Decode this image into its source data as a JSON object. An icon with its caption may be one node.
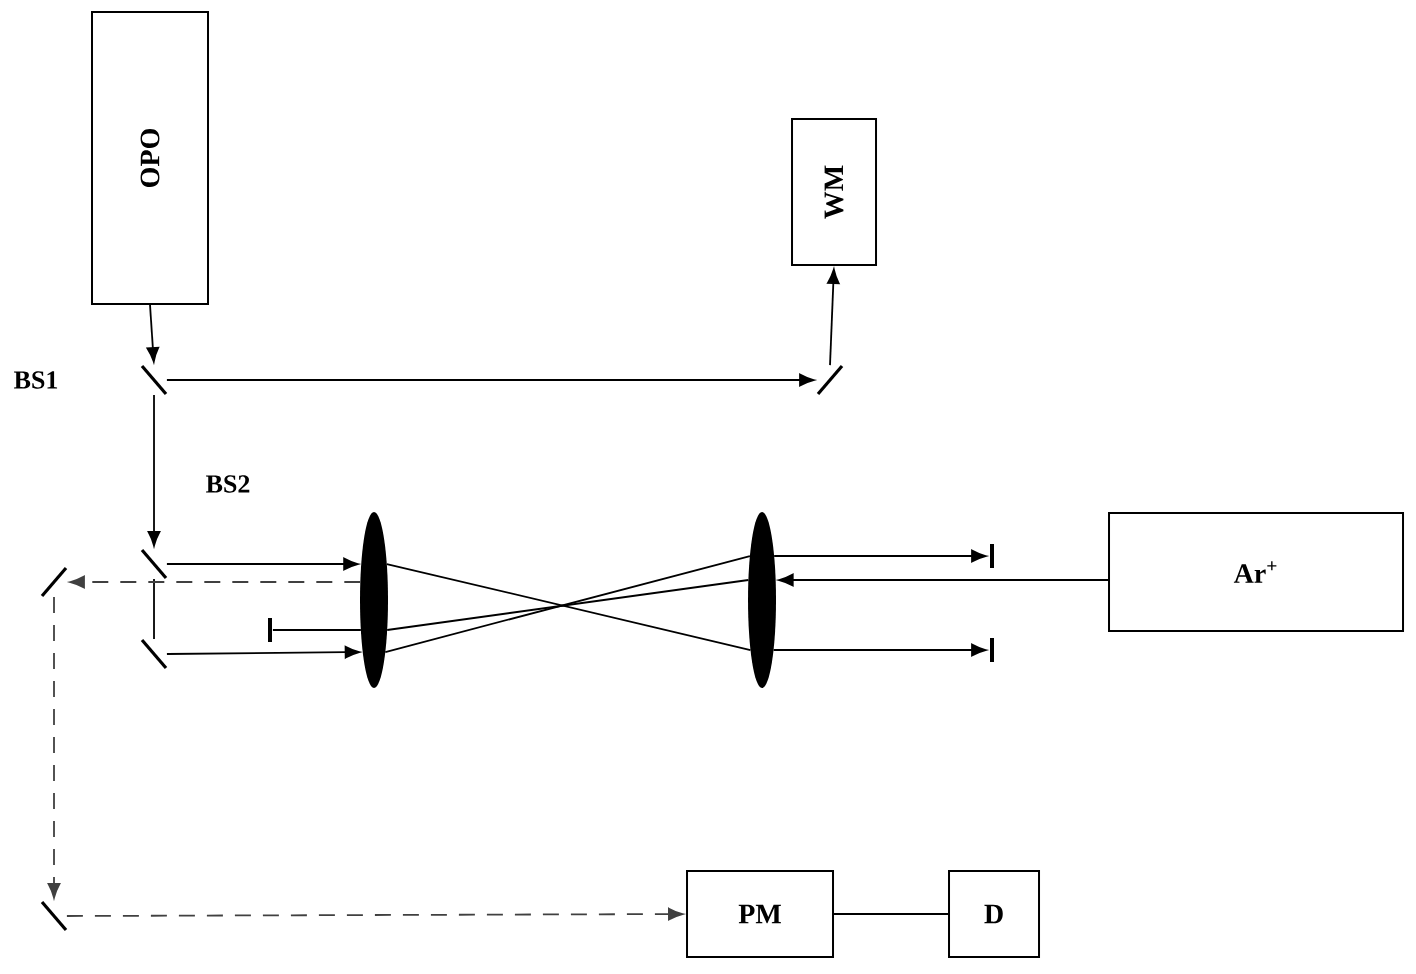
{
  "diagram": {
    "nodes": [
      {
        "text": [
          "OPO"
        ]
      },
      {
        "text": [
          "WM"
        ]
      },
      {
        "text": [],
        "shape": "mirror",
        "beside": [
          "BS1"
        ]
      },
      {
        "text": [],
        "shape": "mirror"
      },
      {
        "text": [],
        "shape": "mirror",
        "beside": [
          "BS2"
        ]
      },
      {
        "text": [],
        "shape": "mirror"
      },
      {
        "text": [],
        "shape": "ellipse"
      },
      {
        "text": [],
        "shape": "ellipse"
      },
      {
        "text": [],
        "shape": "bar"
      },
      {
        "text": [
          "Ar$^{+}$"
        ]
      },
      {
        "text": [],
        "shape": "bar"
      },
      {
        "text": [],
        "shape": "mirror"
      },
      {
        "text": [],
        "shape": "bar"
      },
      {
        "text": [],
        "shape": "mirror"
      },
      {
        "text": [
          "PM"
        ]
      },
      {
        "text": [
          "D"
        ]
      }
    ],
    "edges": [
      {
        "from": 0,
        "to": 2,
        "arrow": "to"
      },
      {
        "from": 2,
        "to": 3,
        "arrow": "to"
      },
      {
        "from": 3,
        "to": 1,
        "arrow": "to"
      },
      {
        "from": 2,
        "to": 4,
        "arrow": "to"
      },
      {
        "from": 4,
        "to": 11,
        "arrow": "none"
      },
      {
        "from": 4,
        "to": 6,
        "arrow": "to"
      },
      {
        "from": 11,
        "to": 6,
        "arrow": "to"
      },
      {
        "from": 6,
        "to": 7,
        "arrow": "none"
      },
      {
        "from": 6,
        "to": 7,
        "arrow": "none"
      },
      {
        "from": 7,
        "to": 8,
        "arrow": "to"
      },
      {
        "from": 7,
        "to": 12,
        "arrow": "to"
      },
      {
        "from": 9,
        "to": 7,
        "arrow": "to"
      },
      {
        "from": 7,
        "to": 6,
        "arrow": "none"
      },
      {
        "from": 6,
        "to": 10,
        "arrow": "none"
      },
      {
        "from": 6,
        "to": 5,
        "arrow": "to",
        "style": "dashed"
      },
      {
        "from": 5,
        "to": 13,
        "arrow": "to",
        "style": "dashed"
      },
      {
        "from": 13,
        "to": 14,
        "arrow": "to",
        "style": "dashed"
      },
      {
        "from": 14,
        "to": 15,
        "arrow": "none"
      }
    ]
  }
}
